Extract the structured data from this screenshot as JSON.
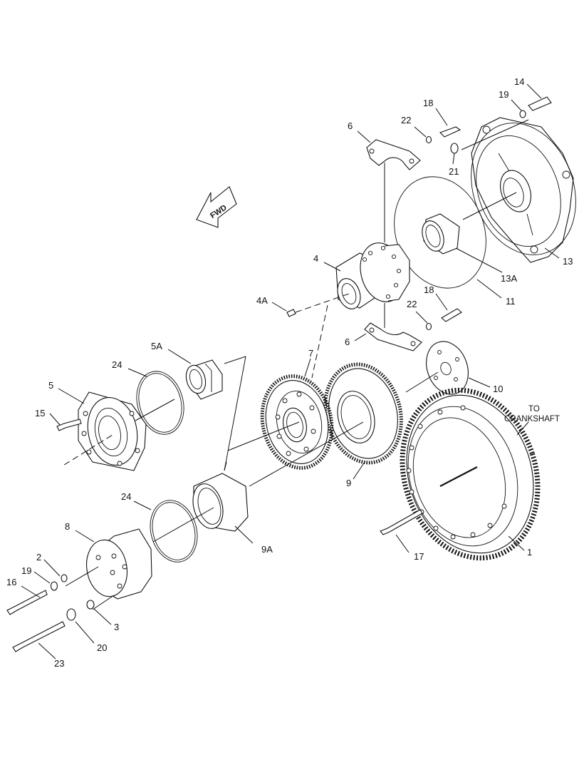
{
  "fwd_label": "FWD",
  "note": {
    "line1": "TO",
    "line2": "CRANKSHAFT"
  },
  "callouts": [
    {
      "id": "c14",
      "text": "14"
    },
    {
      "id": "c19a",
      "text": "19"
    },
    {
      "id": "c18a",
      "text": "18"
    },
    {
      "id": "c22a",
      "text": "22"
    },
    {
      "id": "c6a",
      "text": "6"
    },
    {
      "id": "c21",
      "text": "21"
    },
    {
      "id": "c13",
      "text": "13"
    },
    {
      "id": "c13a",
      "text": "13A"
    },
    {
      "id": "c4",
      "text": "4"
    },
    {
      "id": "c11",
      "text": "11"
    },
    {
      "id": "c18b",
      "text": "18"
    },
    {
      "id": "c4a",
      "text": "4A"
    },
    {
      "id": "c22b",
      "text": "22"
    },
    {
      "id": "c6b",
      "text": "6"
    },
    {
      "id": "c5a",
      "text": "5A"
    },
    {
      "id": "c7",
      "text": "7"
    },
    {
      "id": "c24a",
      "text": "24"
    },
    {
      "id": "c10",
      "text": "10"
    },
    {
      "id": "c5",
      "text": "5"
    },
    {
      "id": "c15",
      "text": "15"
    },
    {
      "id": "c9",
      "text": "9"
    },
    {
      "id": "c24b",
      "text": "24"
    },
    {
      "id": "c8",
      "text": "8"
    },
    {
      "id": "c9a",
      "text": "9A"
    },
    {
      "id": "c1",
      "text": "1"
    },
    {
      "id": "c17",
      "text": "17"
    },
    {
      "id": "c2",
      "text": "2"
    },
    {
      "id": "c19b",
      "text": "19"
    },
    {
      "id": "c16",
      "text": "16"
    },
    {
      "id": "c3",
      "text": "3"
    },
    {
      "id": "c20",
      "text": "20"
    },
    {
      "id": "c23",
      "text": "23"
    }
  ]
}
